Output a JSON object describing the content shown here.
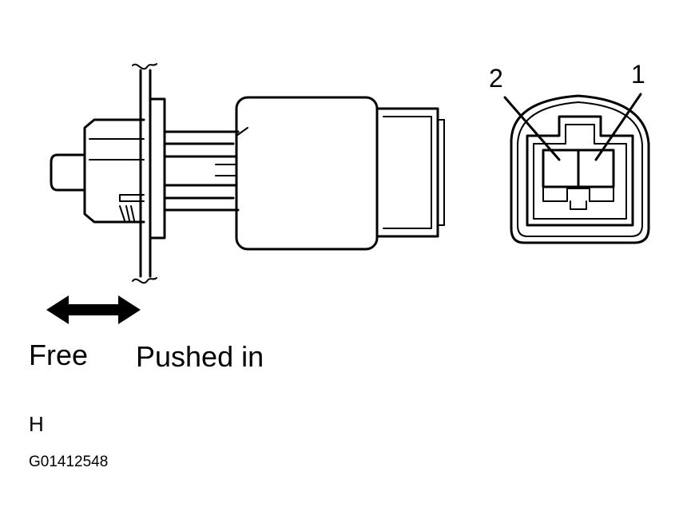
{
  "labels": {
    "free": "Free",
    "pushed_in": "Pushed in",
    "pin_2": "2",
    "pin_1": "1",
    "view_letter": "H",
    "figure_code": "G01412548"
  },
  "colors": {
    "ink": "#000000",
    "paper": "#ffffff"
  }
}
